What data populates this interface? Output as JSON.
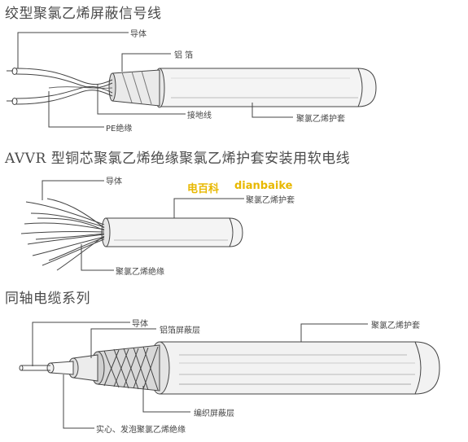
{
  "sections": [
    {
      "title": "绞型聚氯乙烯屏蔽信号线",
      "labels": {
        "conductor": "导体",
        "aluminum_foil": "铝 箔",
        "ground_wire": "接地线",
        "pvc_sheath": "聚氯乙烯护套",
        "pe_insulation": "PE绝缘"
      }
    },
    {
      "title": "AVVR 型铜芯聚氯乙烯绝缘聚氯乙烯护套安装用软电线",
      "labels": {
        "conductor": "导体",
        "pvc_sheath": "聚氯乙烯护套",
        "pvc_insulation": "聚氯乙烯绝缘"
      }
    },
    {
      "title": "同轴电缆系列",
      "labels": {
        "conductor": "导体",
        "aluminum_foil_shield": "铝箔屏蔽层",
        "pvc_sheath": "聚氯乙烯护套",
        "braided_shield": "编织屏蔽层",
        "insulation": "实心、发泡聚氯乙烯绝缘"
      }
    }
  ],
  "watermark": {
    "cn": "电百科",
    "en": "dianbaike"
  },
  "colors": {
    "watermark": "#e8b800",
    "line": "#444444"
  }
}
